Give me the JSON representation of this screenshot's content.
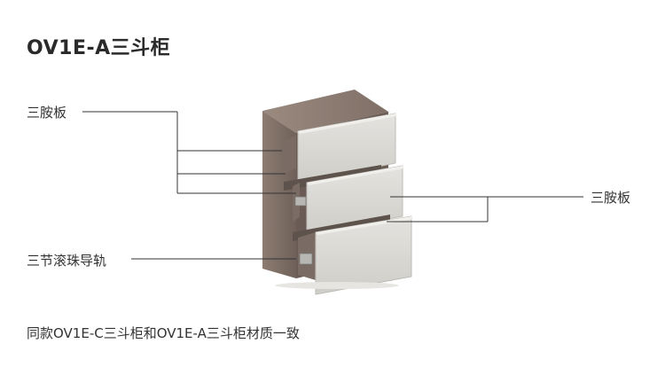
{
  "title": "OV1E-A三斗柜",
  "labels": {
    "left_top": "三胺板",
    "right": "三胺板",
    "left_bottom": "三节滚珠导轨"
  },
  "caption": "同款OV1E-C三斗柜和OV1E-A三斗柜材质一致",
  "colors": {
    "wood": "#8a7a70",
    "drawer_front": "#dcdbd6",
    "leader": "#333333"
  }
}
